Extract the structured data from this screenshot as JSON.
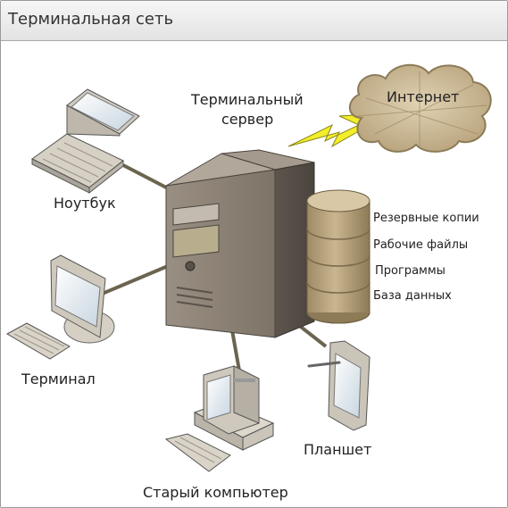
{
  "title": "Терминальная сеть",
  "server": {
    "line1": "Терминальный",
    "line2": "сервер"
  },
  "internet": "Интернет",
  "devices": {
    "laptop": "Ноутбук",
    "terminal": "Терминал",
    "old_pc": "Старый компьютер",
    "tablet": "Планшет"
  },
  "storage": [
    "Резервные копии",
    "Рабочие файлы",
    "Программы",
    "База данных"
  ],
  "colors": {
    "cloud": "#cbb894",
    "lightning": "#f2ee2a",
    "server_front": "#8e8276",
    "storage": "#b7a27a",
    "link": "#6b644f"
  }
}
